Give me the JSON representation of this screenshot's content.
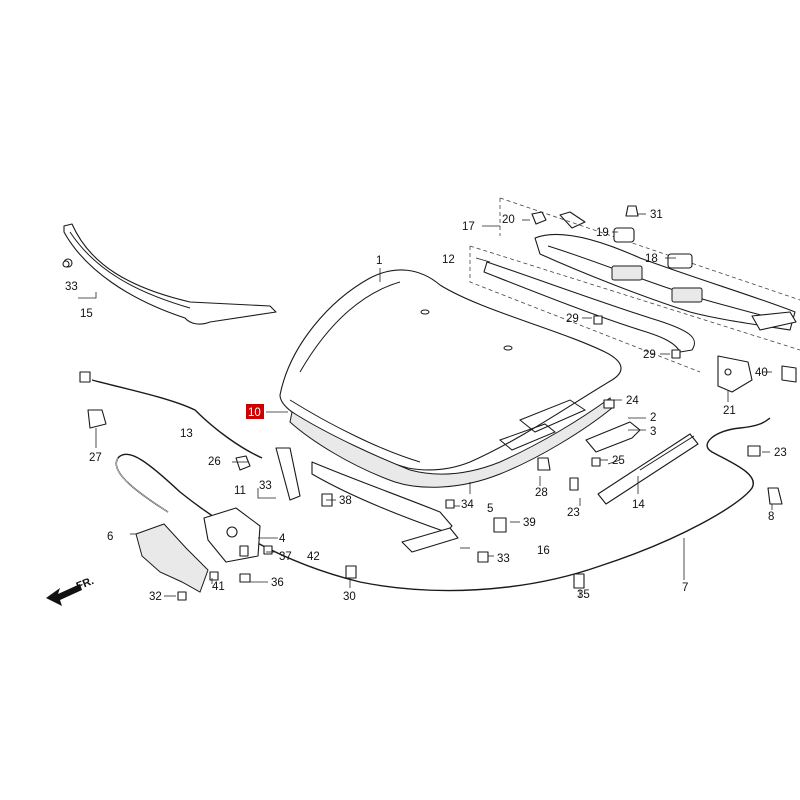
{
  "diagram": {
    "front_indicator": "FR.",
    "highlighted_label": "10",
    "highlight_color": "#cc0000",
    "labels": [
      "1",
      "2",
      "3",
      "4",
      "5",
      "6",
      "7",
      "8",
      "11",
      "12",
      "13",
      "14",
      "15",
      "16",
      "17",
      "18",
      "19",
      "20",
      "21",
      "23",
      "23",
      "24",
      "25",
      "26",
      "27",
      "28",
      "29",
      "29",
      "30",
      "31",
      "32",
      "33",
      "33",
      "33",
      "34",
      "35",
      "36",
      "37",
      "38",
      "39",
      "40",
      "41",
      "42"
    ]
  }
}
